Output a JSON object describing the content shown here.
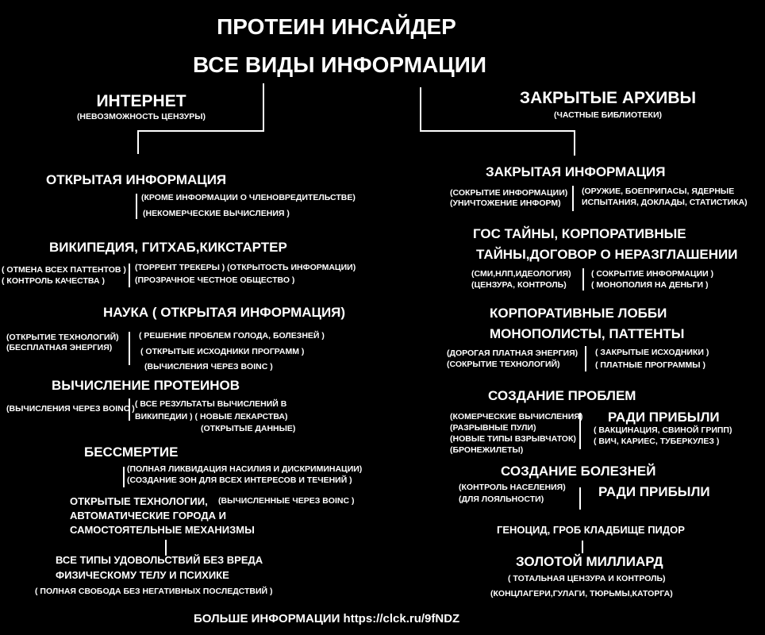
{
  "title": {
    "line1": "ПРОТЕИН ИНСАЙДЕР",
    "line2": "ВСЕ ВИДЫ ИНФОРМАЦИИ"
  },
  "left": {
    "heading": "ИНТЕРНЕТ",
    "subheading": "(НЕВОЗМОЖНОСТЬ ЦЕНЗУРЫ)",
    "open_info": {
      "title": "ОТКРЫТАЯ ИНФОРМАЦИЯ",
      "notes": [
        "(КРОМЕ ИНФОРМАЦИИ О  ЧЛЕНОВРЕДИТЕЛЬСТВЕ)",
        "(НЕКОМЕРЧЕСКИЕ ВЫЧИСЛЕНИЯ )"
      ]
    },
    "wiki": {
      "title": "ВИКИПЕДИЯ, ГИТХАБ,КИКСТАРТЕР",
      "left_notes": [
        "( ОТМЕНА ВСЕХ ПАТТЕНТОВ )",
        "( КОНТРОЛЬ КАЧЕСТВА )"
      ],
      "right_notes": [
        "(ТОРРЕНТ ТРЕКЕРЫ ) (ОТКРЫТОСТЬ ИНФОРМАЦИИ)",
        "(ПРОЗРАЧНОЕ ЧЕСТНОЕ ОБЩЕСТВО )"
      ]
    },
    "science": {
      "title": "НАУКА ( ОТКРЫТАЯ ИНФОРМАЦИЯ)",
      "left_notes": [
        "(ОТКРЫТИЕ ТЕХНОЛОГИЙ)",
        "(БЕСПЛАТНАЯ ЭНЕРГИЯ)"
      ],
      "right_notes": [
        "( РЕШЕНИЕ ПРОБЛЕМ ГОЛОДА, БОЛЕЗНЕЙ )",
        "( ОТКРЫТЫЕ ИСХОДНИКИ ПРОГРАММ )",
        "(ВЫЧИСЛЕНИЯ ЧЕРЕЗ BOINC )"
      ]
    },
    "protein": {
      "title": "ВЫЧИСЛЕНИЕ ПРОТЕИНОВ",
      "left_note": "(ВЫЧИСЛЕНИЯ ЧЕРЕЗ BOINC )",
      "right_notes": [
        "( ВСЕ РЕЗУЛЬТАТЫ ВЫЧИСЛЕНИЙ В",
        "ВИКИПЕДИИ ) ( НОВЫЕ ЛЕКАРСТВА)",
        "(ОТКРЫТЫЕ ДАННЫЕ)"
      ]
    },
    "immortality": {
      "title": "БЕССМЕРТИЕ",
      "notes": [
        "(ПОЛНАЯ ЛИКВИДАЦИЯ НАСИЛИЯ И ДИСКРИМИНАЦИИ)",
        "(СОЗДАНИЕ ЗОН ДЛЯ ВСЕХ ИНТЕРЕСОВ И ТЕЧЕНИЙ )"
      ]
    },
    "tech": {
      "lines": [
        "ОТКРЫТЫЕ ТЕХНОЛОГИИ,",
        "АВТОМАТИЧЕСКИЕ ГОРОДА И",
        "САМОСТОЯТЕЛЬНЫЕ МЕХАНИЗМЫ"
      ],
      "note": "(ВЫЧИСЛЕННЫЕ ЧЕРЕЗ BOINC )"
    },
    "pleasure": {
      "lines": [
        "ВСЕ ТИПЫ УДОВОЛЬСТВИЙ БЕЗ ВРЕДА",
        "ФИЗИЧЕСКОМУ ТЕЛУ И ПСИХИКЕ"
      ],
      "note": "( ПОЛНАЯ СВОБОДА БЕЗ НЕГАТИВНЫХ ПОСЛЕДСТВИЙ )"
    }
  },
  "right": {
    "heading": "ЗАКРЫТЫЕ АРХИВЫ",
    "subheading": "(ЧАСТНЫЕ БИБЛИОТЕКИ)",
    "closed_info": {
      "title": "ЗАКРЫТАЯ ИНФОРМАЦИЯ",
      "left_notes": [
        "(СОКРЫТИЕ ИНФОРМАЦИИ)",
        "(УНИЧТОЖЕНИЕ ИНФОРМ)"
      ],
      "right_notes": [
        "(ОРУЖИЕ, БОЕПРИПАСЫ, ЯДЕРНЫЕ",
        "ИСПЫТАНИЯ, ДОКЛАДЫ, СТАТИСТИКА)"
      ]
    },
    "secrets": {
      "line1": "ГОС ТАЙНЫ, КОРПОРАТИВНЫЕ",
      "line2": "ТАЙНЫ,ДОГОВОР О НЕРАЗГЛАШЕНИИ",
      "left_notes": [
        "(СМИ,НЛП,ИДЕОЛОГИЯ)",
        "(ЦЕНЗУРА, КОНТРОЛЬ)"
      ],
      "right_notes": [
        "( СОКРЫТИЕ ИНФОРМАЦИИ )",
        "( МОНОПОЛИЯ НА ДЕНЬГИ )"
      ]
    },
    "lobby": {
      "line1": "КОРПОРАТИВНЫЕ ЛОББИ",
      "line2": "МОНОПОЛИСТЫ, ПАТТЕНТЫ",
      "left_notes": [
        "(ДОРОГАЯ ПЛАТНАЯ ЭНЕРГИЯ)",
        "(СОКРЫТИЕ ТЕХНОЛОГИЙ)"
      ],
      "right_notes": [
        "( ЗАКРЫТЫЕ ИСХОДНИКИ )",
        "( ПЛАТНЫЕ ПРОГРАММЫ )"
      ]
    },
    "problems": {
      "title": "СОЗДАНИЕ ПРОБЛЕМ",
      "profit": "РАДИ ПРИБЫЛИ",
      "left_notes": [
        "(КОМЕРЧЕСКИЕ ВЫЧИСЛЕНИЯ)",
        "(РАЗРЫВНЫЕ ПУЛИ)",
        "(НОВЫЕ ТИПЫ ВЗРЫВЧАТОК)",
        "(БРОНЕЖИЛЕТЫ)"
      ],
      "right_notes": [
        "( ВАКЦИНАЦИЯ, СВИНОЙ ГРИПП)",
        "( ВИЧ, КАРИЕС, ТУБЕРКУЛЕЗ )"
      ]
    },
    "diseases": {
      "title": "СОЗДАНИЕ БОЛЕЗНЕЙ",
      "profit": "РАДИ ПРИБЫЛИ",
      "left_notes": [
        "(КОНТРОЛЬ НАСЕЛЕНИЯ)",
        "(ДЛЯ ЛОЯЛЬНОСТИ)"
      ]
    },
    "genocide": "ГЕНОЦИД, ГРОБ КЛАДБИЩЕ ПИДОР",
    "billion": {
      "title": "ЗОЛОТОЙ МИЛЛИАРД",
      "notes": [
        "( ТОТАЛЬНАЯ ЦЕНЗУРА И КОНТРОЛЬ)",
        "(КОНЦЛАГЕРИ,ГУЛАГИ, ТЮРЬМЫ,КАТОРГА)"
      ]
    }
  },
  "footer": "БОЛЬШЕ ИНФОРМАЦИИ https://clck.ru/9fNDZ"
}
